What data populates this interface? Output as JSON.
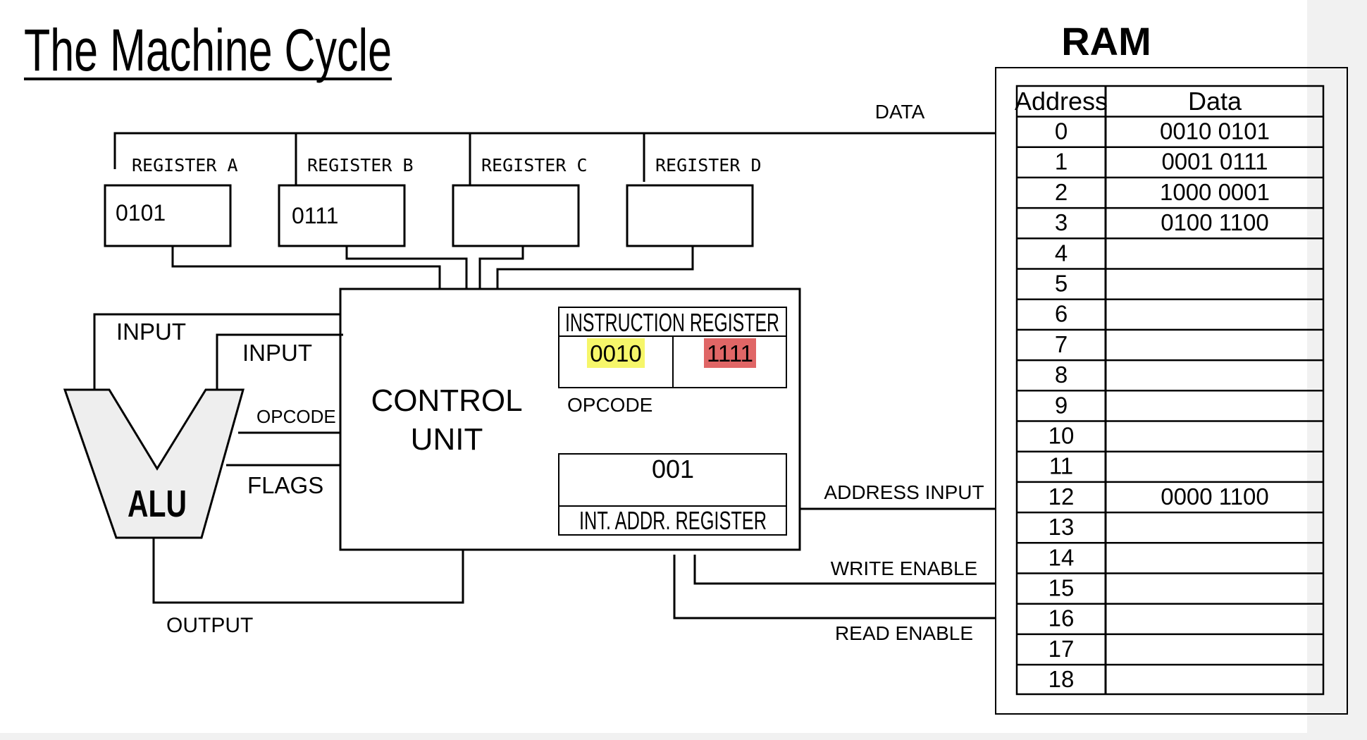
{
  "title": "The Machine Cycle",
  "ram": {
    "heading": "RAM",
    "col_address": "Address",
    "col_data": "Data",
    "rows": [
      {
        "address": "0",
        "data": "0010 0101"
      },
      {
        "address": "1",
        "data": "0001 0111"
      },
      {
        "address": "2",
        "data": "1000 0001"
      },
      {
        "address": "3",
        "data": "0100 1100"
      },
      {
        "address": "4",
        "data": ""
      },
      {
        "address": "5",
        "data": ""
      },
      {
        "address": "6",
        "data": ""
      },
      {
        "address": "7",
        "data": ""
      },
      {
        "address": "8",
        "data": ""
      },
      {
        "address": "9",
        "data": ""
      },
      {
        "address": "10",
        "data": ""
      },
      {
        "address": "11",
        "data": ""
      },
      {
        "address": "12",
        "data": "0000 1100"
      },
      {
        "address": "13",
        "data": ""
      },
      {
        "address": "14",
        "data": ""
      },
      {
        "address": "15",
        "data": ""
      },
      {
        "address": "16",
        "data": ""
      },
      {
        "address": "17",
        "data": ""
      },
      {
        "address": "18",
        "data": ""
      }
    ]
  },
  "registers": [
    {
      "label": "REGISTER A",
      "value": "0101"
    },
    {
      "label": "REGISTER B",
      "value": "0111"
    },
    {
      "label": "REGISTER C",
      "value": ""
    },
    {
      "label": "REGISTER D",
      "value": ""
    }
  ],
  "control_unit": {
    "label_line1": "CONTROL",
    "label_line2": "UNIT",
    "instruction_register": {
      "label": "INSTRUCTION REGISTER",
      "opcode_value": "0010",
      "address_value": "1111",
      "opcode_label": "OPCODE"
    },
    "int_addr_register": {
      "value": "001",
      "label": "INT. ADDR. REGISTER"
    }
  },
  "alu": {
    "label": "ALU",
    "input_a": "INPUT",
    "input_b": "INPUT",
    "opcode": "OPCODE",
    "flags": "FLAGS",
    "output": "OUTPUT"
  },
  "buses": {
    "data": "DATA",
    "address_input": "ADDRESS INPUT",
    "write_enable": "WRITE ENABLE",
    "read_enable": "READ ENABLE"
  },
  "colors": {
    "opcode_highlight": "#f6f66a",
    "address_highlight": "#e06666",
    "alu_fill": "#eeeeee",
    "canvas": "#ffffff",
    "backdrop": "#f1f1f1"
  }
}
